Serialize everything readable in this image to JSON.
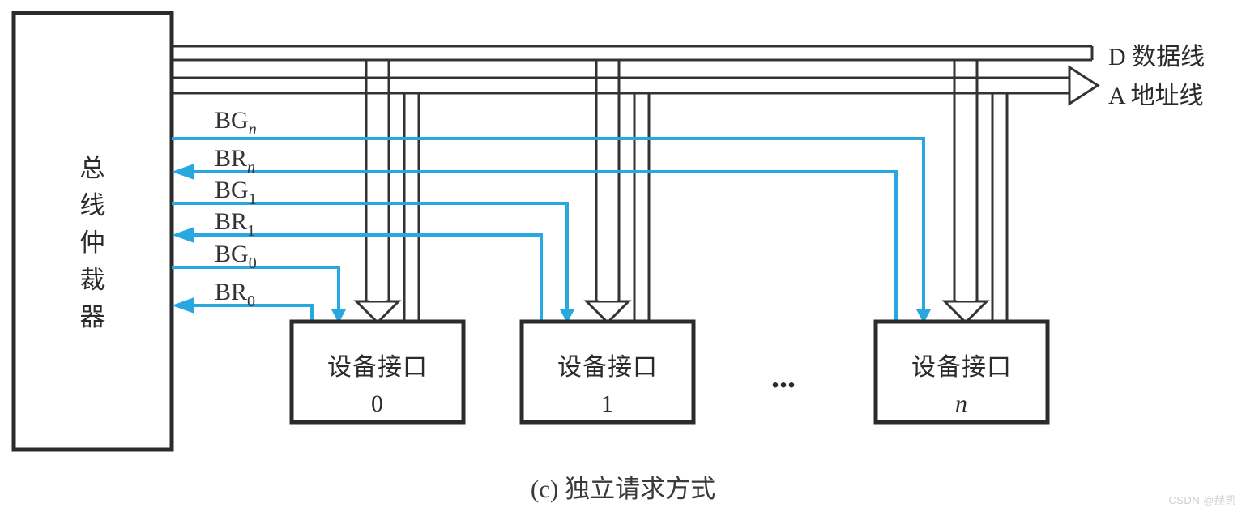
{
  "figure": {
    "caption": "(c) 独立请求方式",
    "watermark": "CSDN @赫凯"
  },
  "arbiter": {
    "name": "总线仲裁器",
    "chars": [
      "总",
      "线",
      "仲",
      "裁",
      "器"
    ]
  },
  "bus_lines": [
    {
      "id": "D",
      "prefix": "D",
      "label": "数据线",
      "full": "D 数据线"
    },
    {
      "id": "A",
      "prefix": "A",
      "label": "地址线",
      "full": "A 地址线"
    }
  ],
  "signals": [
    {
      "name": "BG",
      "index": "n",
      "index_style": "italic",
      "full": "BGn",
      "direction": "out",
      "color": "#29A8E0"
    },
    {
      "name": "BR",
      "index": "n",
      "index_style": "italic",
      "full": "BRn",
      "direction": "in",
      "color": "#29A8E0"
    },
    {
      "name": "BG",
      "index": "1",
      "index_style": "normal",
      "full": "BG1",
      "direction": "out",
      "color": "#29A8E0"
    },
    {
      "name": "BR",
      "index": "1",
      "index_style": "normal",
      "full": "BR1",
      "direction": "in",
      "color": "#29A8E0"
    },
    {
      "name": "BG",
      "index": "0",
      "index_style": "normal",
      "full": "BG0",
      "direction": "out",
      "color": "#29A8E0"
    },
    {
      "name": "BR",
      "index": "0",
      "index_style": "normal",
      "full": "BR0",
      "direction": "in",
      "color": "#29A8E0"
    }
  ],
  "devices": [
    {
      "title": "设备接口",
      "index": "0",
      "index_style": "normal"
    },
    {
      "title": "设备接口",
      "index": "1",
      "index_style": "normal"
    },
    {
      "title": "设备接口",
      "index": "n",
      "index_style": "italic"
    }
  ],
  "ellipsis": "...",
  "colors": {
    "line": "#333333",
    "box_stroke": "#2b2b2b",
    "signal_blue": "#29A8E0",
    "background": "#ffffff",
    "text": "#2b2b2b",
    "watermark": "#cfcfcf"
  }
}
